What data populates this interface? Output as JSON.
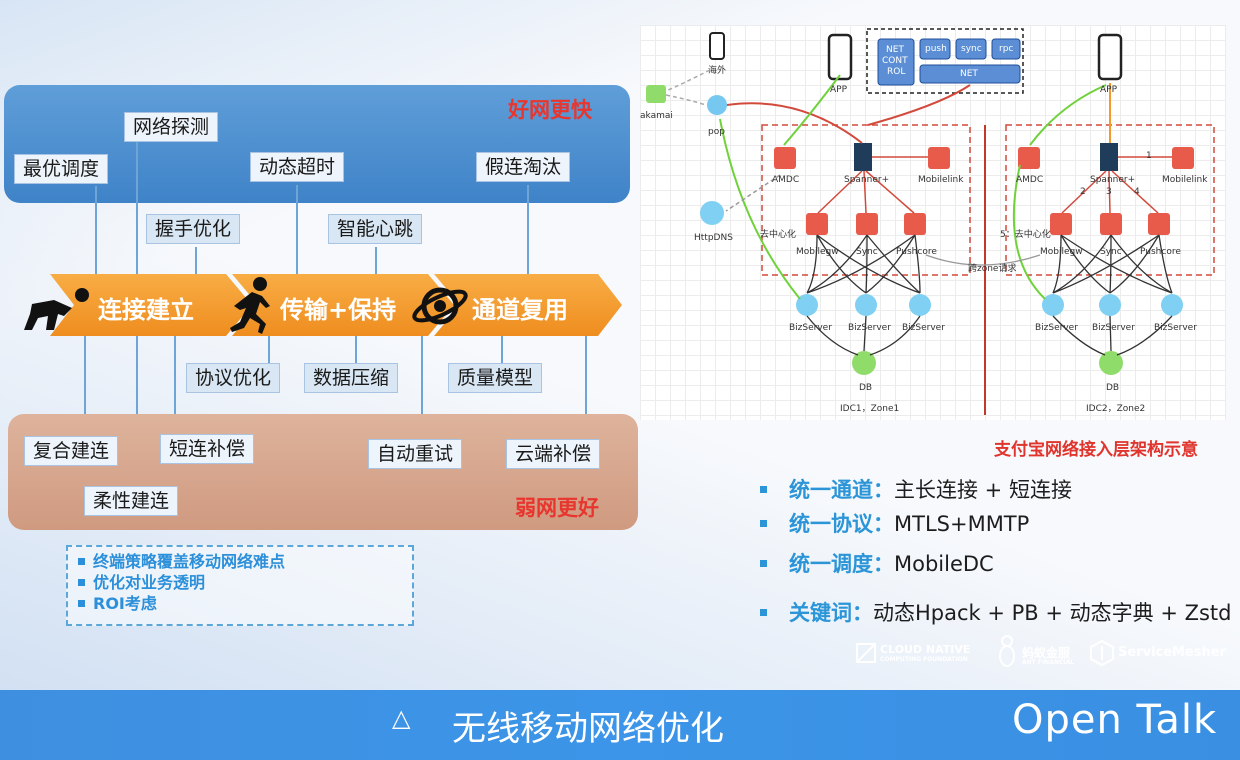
{
  "good_network": {
    "title": "好网更快",
    "labels": [
      "网络探测",
      "最优调度",
      "动态超时",
      "假连淘汰"
    ]
  },
  "stages": {
    "connect": "连接建立",
    "transfer": "传输+保持",
    "reuse": "通道复用",
    "upper_labels": [
      "握手优化",
      "智能心跳"
    ],
    "lower_labels": [
      "协议优化",
      "数据压缩",
      "质量模型"
    ]
  },
  "weak_network": {
    "title": "弱网更好",
    "labels": [
      "复合建连",
      "柔性建连",
      "短连补偿",
      "自动重试",
      "云端补偿"
    ]
  },
  "notes": [
    "终端策略覆盖移动网络难点",
    "优化对业务透明",
    "ROI考虑"
  ],
  "architecture": {
    "caption": "支付宝网络接入层架构示意",
    "top_labels": {
      "overseas": "海外",
      "app1": "APP",
      "app2": "APP",
      "akamai": "akamai",
      "pop": "pop",
      "net_control": [
        "NET",
        "CONT",
        "ROL"
      ],
      "push": "push",
      "sync": "sync",
      "rpc": "rpc",
      "net": "NET"
    },
    "idc1": {
      "amdc": "AMDC",
      "spanner": "Spanner+",
      "mobilelink": "Mobilelink",
      "decentral": "去中心化",
      "mobilegw": "Mobilegw",
      "sync": "Sync",
      "pushcore": "Pushcore",
      "biz": [
        "BizServer",
        "BizServer",
        "BizServer"
      ],
      "db": "DB",
      "zone": "IDC1，Zone1"
    },
    "idc2": {
      "amdc": "AMDC",
      "spanner": "Spanner+",
      "mobilelink": "Mobilelink",
      "decentral": "5：去中心化",
      "mobilegw": "Mobilegw",
      "sync": "Sync",
      "pushcore": "Pushcore",
      "biz": [
        "BizServer",
        "BizServer",
        "BizServer"
      ],
      "db": "DB",
      "zone": "IDC2，Zone2"
    },
    "httpdns": "HttpDNS",
    "cross_zone": "跨zone请求",
    "numbers": [
      "1",
      "2",
      "3",
      "4"
    ]
  },
  "bullets": [
    {
      "key": "统一通道：",
      "value": "主长连接 + 短连接"
    },
    {
      "key": "统一协议：",
      "value": "MTLS+MMTP"
    },
    {
      "key": "统一调度：",
      "value": "MobileDC"
    },
    {
      "key": "关键词：",
      "value": "动态Hpack + PB +  动态字典 + Zstd"
    }
  ],
  "logos": {
    "cncf": [
      "CLOUD NATIVE",
      "COMPUTING FOUNDATION"
    ],
    "ant": [
      "蚂蚁金服",
      "ANT FINANCIAL"
    ],
    "mesher": "ServiceMesher"
  },
  "footer": {
    "title": "无线移动网络优化",
    "brand": "Open Talk",
    "triangle": "△"
  },
  "colors": {
    "good_band": "#3f83c8",
    "weak_band": "#cf9a80",
    "arrow": "#f39a2b",
    "accent_red": "#e8362f",
    "accent_blue": "#2c8fd9",
    "footer": "#3c95e8"
  }
}
